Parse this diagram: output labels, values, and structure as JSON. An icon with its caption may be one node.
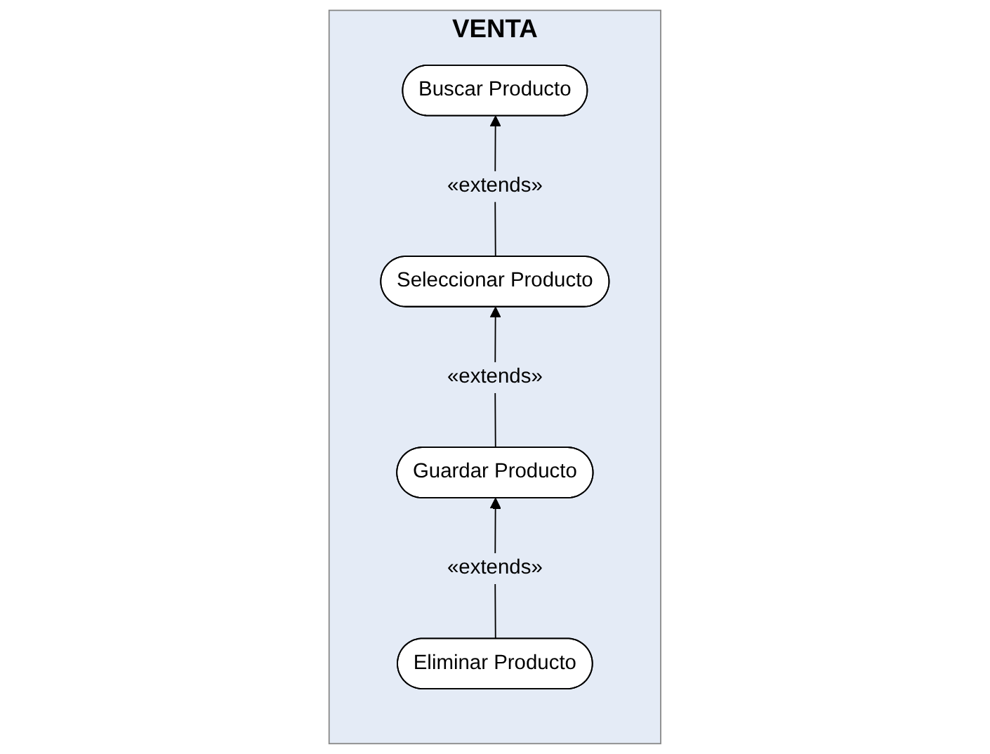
{
  "diagram": {
    "nodes": [
      {
        "text": [
          "VENTA"
        ]
      },
      {
        "text": [
          "Buscar Producto"
        ],
        "in": 0
      },
      {
        "text": [
          "Seleccionar Producto"
        ],
        "in": 0
      },
      {
        "text": [
          "Guardar Producto"
        ],
        "in": 0
      },
      {
        "text": [
          "Eliminar Producto"
        ],
        "in": 0
      }
    ],
    "edges": [
      {
        "from": 2,
        "to": 1,
        "arrow": "to",
        "label": "«extends»"
      },
      {
        "from": 3,
        "to": 2,
        "arrow": "to",
        "label": "«extends»"
      },
      {
        "from": 4,
        "to": 3,
        "arrow": "to",
        "label": "«extends»"
      }
    ]
  }
}
